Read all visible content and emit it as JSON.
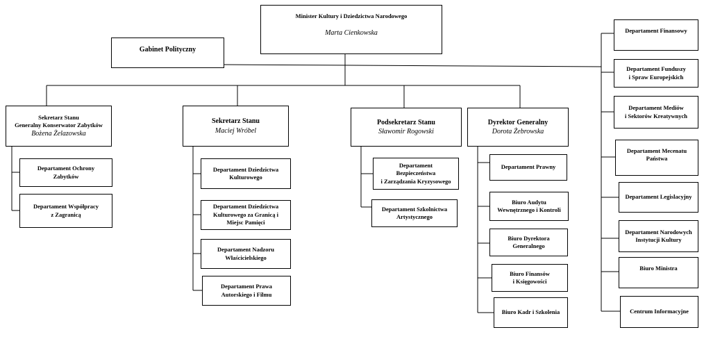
{
  "minister": {
    "title": "Minister Kultury i Dziedzictwa Narodowego",
    "name": "Marta Cienkowska"
  },
  "gabinet": {
    "title": "Gabinet Polityczny"
  },
  "sekretarz_konserwator": {
    "title": "Sekretarz Stanu\nGeneralny Konserwator Zabytków",
    "name": "Bożena Żelazowska",
    "units": [
      "Departament Ochrony\nZabytków",
      "Departament Współpracy\nz Zagranicą"
    ]
  },
  "sekretarz_wrobel": {
    "title": "Sekretarz Stanu",
    "name": "Maciej Wróbel",
    "units": [
      "Departament Dziedzictwa\nKulturowego",
      "Departament Dziedzictwa\nKulturowego za Granicą i\nMiejsc Pamięci",
      "Departament Nadzoru\nWłaścicielskiego",
      "Departament Prawa\nAutorskiego i Filmu"
    ]
  },
  "podsekretarz": {
    "title": "Podsekretarz Stanu",
    "name": "Sławomir Rogowski",
    "units": [
      "Departament\nBezpieczeństwa\ni  Zarządzania Kryzysowego",
      "Departament Szkolnictwa\nArtystycznego"
    ]
  },
  "dyrektor": {
    "title": "Dyrektor Generalny",
    "name": "Dorota Żebrowska",
    "units": [
      "Departament Prawny",
      "Biuro Audytu\nWewnętrznego i Kontroli",
      "Biuro Dyrektora\nGeneralnego",
      "Biuro Finansów\ni Księgowości",
      "Biuro Kadr i Szkolenia"
    ]
  },
  "minister_units": [
    "Departament Finansowy",
    "Departament Funduszy\ni Spraw Europejskich",
    "Departament Mediów\ni Sektorów Kreatywnych",
    "Departament Mecenatu\nPaństwa",
    "Departament Legislacyjny",
    "Departament Narodowych\nInstytucji  Kultury",
    "Biuro Ministra",
    "Centrum Informacyjne"
  ]
}
